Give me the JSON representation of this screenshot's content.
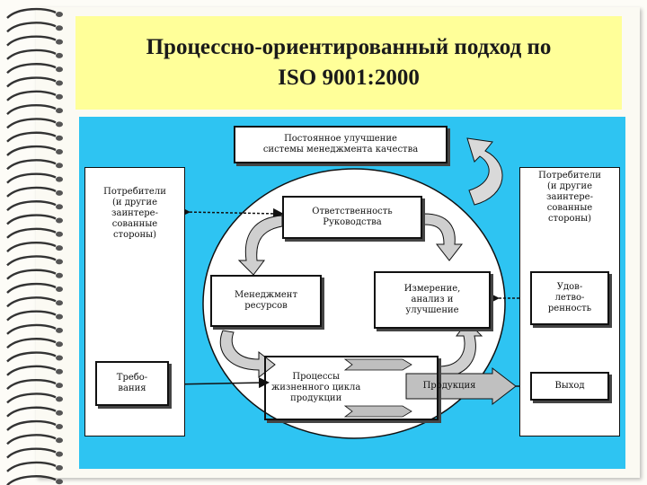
{
  "title": {
    "line1": "Процессно-ориентированный подход по",
    "line2": "ISO 9001:2000"
  },
  "diagram": {
    "top_box": {
      "line1": "Постоянное улучшение",
      "line2": "системы менеджмента качества"
    },
    "left_column": {
      "customers": [
        "Потребители",
        "(и другие",
        "заинтере-",
        "сованные",
        "стороны)"
      ],
      "requirements": [
        "Требо-",
        "вания"
      ]
    },
    "right_column": {
      "customers": [
        "Потребители",
        "(и другие",
        "заинтере-",
        "сованные",
        "стороны)"
      ],
      "satisfaction": [
        "Удов-",
        "летво-",
        "ренность"
      ],
      "output": "Выход"
    },
    "responsibility": [
      "Ответственность",
      "Руководства"
    ],
    "resources": [
      "Менеджмент",
      "ресурсов"
    ],
    "measurement": [
      "Измерение,",
      "анализ и",
      "улучшение"
    ],
    "processes": [
      "Процессы",
      "жизненного цикла",
      "продукции"
    ],
    "product": "Продукция"
  },
  "colors": {
    "title_bg": "#ffff99",
    "diagram_bg": "#2ec4f2",
    "ring": "#ffffff"
  },
  "icons": [
    "spiral-binding-icon",
    "circular-arrow-icon",
    "double-arrow-icon",
    "chevron-arrow-icon"
  ]
}
